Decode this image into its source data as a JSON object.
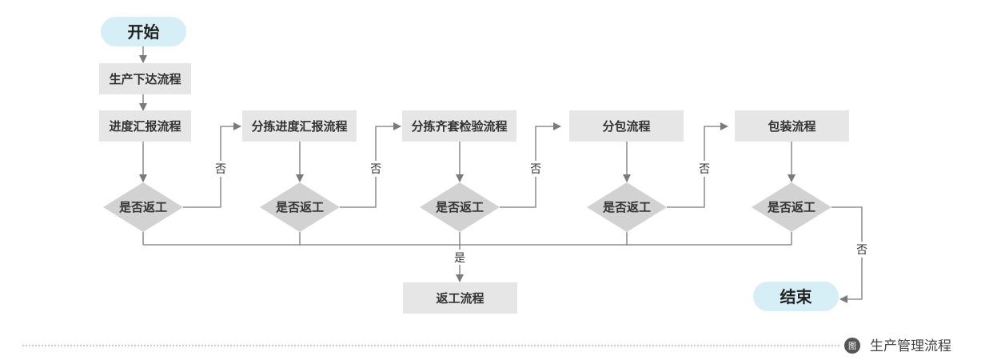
{
  "diagram": {
    "start": "开始",
    "end": "结束",
    "processes": {
      "release": "生产下达流程",
      "progress_report": "进度汇报流程",
      "sorting_report": "分拣进度汇报流程",
      "sorting_kitting": "分拣齐套检验流程",
      "subcontract": "分包流程",
      "packaging": "包装流程",
      "rework": "返工流程"
    },
    "decision_label": "是否返工",
    "yes_label": "是",
    "no_label": "否"
  },
  "caption": {
    "badge": "图",
    "text": "生产管理流程"
  },
  "colors": {
    "terminal_fill": "#d6eef6",
    "process_fill": "#e6e6e6",
    "decision_fill": "#d2d2d2",
    "line": "#7a7a7a",
    "caption_badge": "#555555"
  }
}
